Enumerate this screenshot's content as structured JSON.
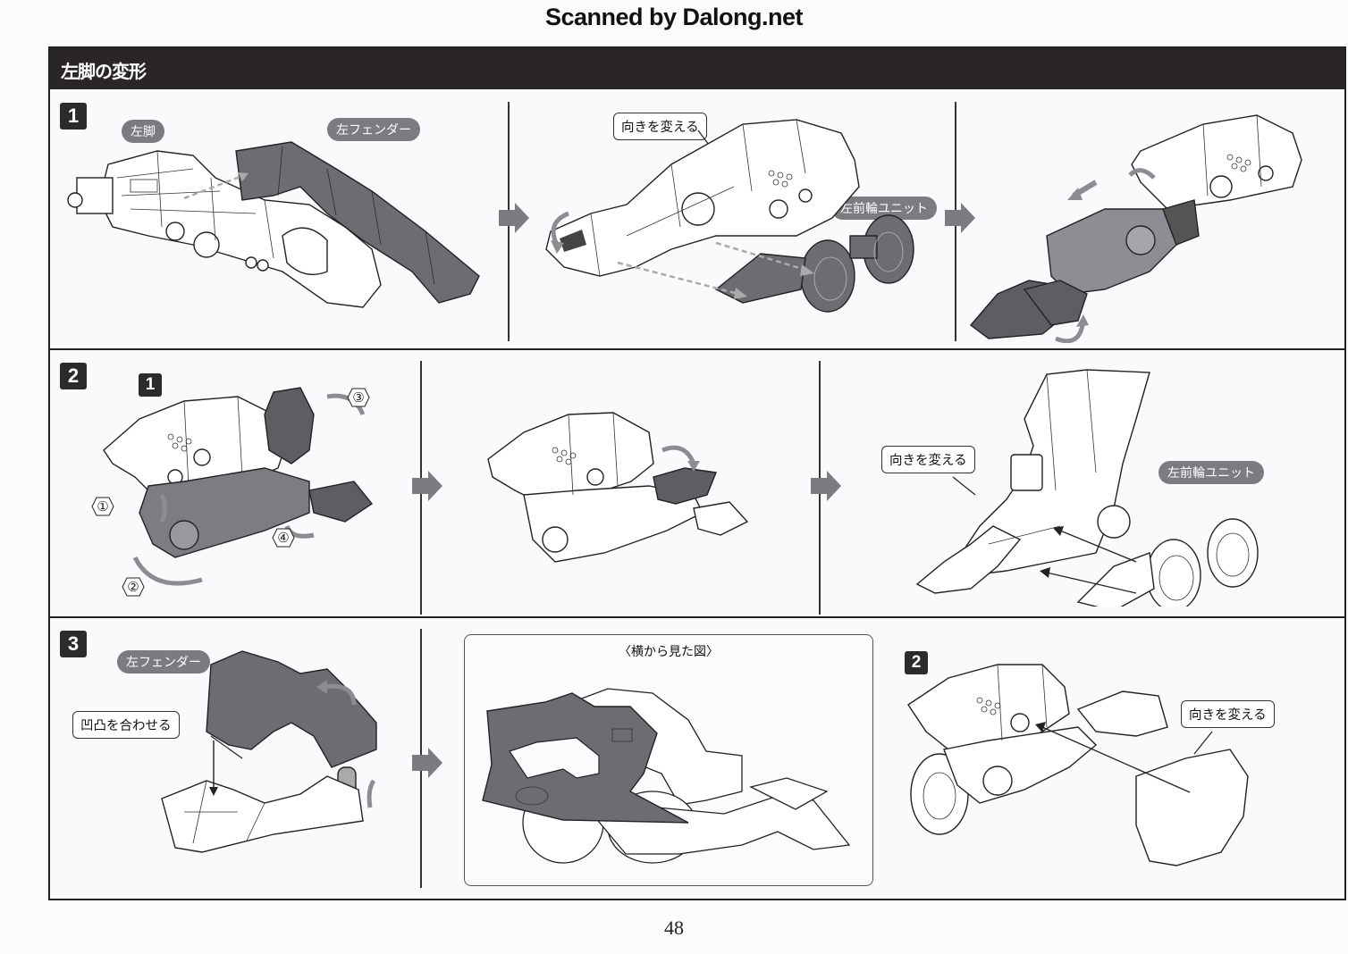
{
  "scan_credit": "Scanned by Dalong.net",
  "header": {
    "title": "左脚の変形"
  },
  "steps": [
    {
      "number": "1",
      "panels": [
        {
          "labels": {
            "part_a": "左脚",
            "part_b": "左フェンダー"
          }
        },
        {
          "callout": "向きを変える",
          "labels": {
            "part": "左前輪ユニット"
          }
        },
        {}
      ]
    },
    {
      "number": "2",
      "panels": [
        {
          "sub_badge": "1",
          "markers": [
            "①",
            "②",
            "③",
            "④"
          ]
        },
        {},
        {
          "callout": "向きを変える",
          "labels": {
            "part": "左前輪ユニット"
          }
        }
      ]
    },
    {
      "number": "3",
      "panels": [
        {
          "labels": {
            "part": "左フェンダー"
          },
          "callout": "凹凸を合わせる"
        },
        {
          "side_view_title": "〈横から見た図〉"
        },
        {
          "sub_badge": "2",
          "callout": "向きを変える"
        }
      ]
    }
  ],
  "page_number": "48",
  "colors": {
    "header_bg": "#2a2627",
    "pill_bg": "#7d7a80",
    "part_fill": "#6e6b72",
    "arrow_gray": "#8e8c92"
  }
}
